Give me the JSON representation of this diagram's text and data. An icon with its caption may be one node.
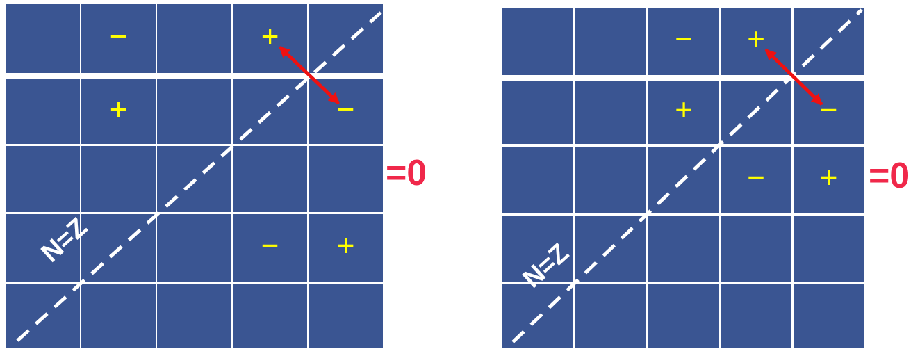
{
  "diagram": {
    "nodes": [
      {
        "text": [],
        "shape": "box"
      },
      {
        "text": [
          "−"
        ]
      },
      {
        "text": [],
        "shape": "box"
      },
      {
        "text": [
          "+"
        ]
      },
      {
        "text": [],
        "shape": "box"
      },
      {
        "text": [],
        "shape": "box"
      },
      {
        "text": [
          "+"
        ]
      },
      {
        "text": [],
        "shape": "box"
      },
      {
        "text": [],
        "shape": "box"
      },
      {
        "text": [
          "−"
        ]
      },
      {
        "text": [],
        "shape": "box"
      },
      {
        "text": [],
        "shape": "box"
      },
      {
        "text": [],
        "shape": "box"
      },
      {
        "text": [],
        "shape": "box"
      },
      {
        "text": [],
        "shape": "box"
      },
      {
        "text": [],
        "shape": "box"
      },
      {
        "text": [],
        "shape": "box"
      },
      {
        "text": [],
        "shape": "box"
      },
      {
        "text": [
          "−"
        ]
      },
      {
        "text": [
          "+"
        ]
      },
      {
        "text": [],
        "shape": "box"
      },
      {
        "text": [],
        "shape": "box"
      },
      {
        "text": [],
        "shape": "box"
      },
      {
        "text": [],
        "shape": "box"
      },
      {
        "text": [],
        "shape": "box"
      },
      {
        "text": [],
        "shape": "box"
      },
      {
        "text": [],
        "shape": "box"
      },
      {
        "text": [
          "−"
        ]
      },
      {
        "text": [
          "+"
        ]
      },
      {
        "text": [],
        "shape": "box"
      },
      {
        "text": [],
        "shape": "box"
      },
      {
        "text": [],
        "shape": "box"
      },
      {
        "text": [
          "+"
        ]
      },
      {
        "text": [],
        "shape": "box"
      },
      {
        "text": [
          "−"
        ]
      },
      {
        "text": [],
        "shape": "box"
      },
      {
        "text": [],
        "shape": "box"
      },
      {
        "text": [],
        "shape": "box"
      },
      {
        "text": [
          "−"
        ]
      },
      {
        "text": [
          "+"
        ]
      },
      {
        "text": [],
        "shape": "box"
      },
      {
        "text": [],
        "shape": "box"
      },
      {
        "text": [],
        "shape": "box"
      },
      {
        "text": [],
        "shape": "box"
      },
      {
        "text": [],
        "shape": "box"
      },
      {
        "text": [],
        "shape": "box"
      },
      {
        "text": [],
        "shape": "box"
      },
      {
        "text": [],
        "shape": "box"
      },
      {
        "text": [],
        "shape": "box"
      },
      {
        "text": [],
        "shape": "box"
      }
    ],
    "edges": [
      {
        "from": 3,
        "to": 9,
        "arrow": "both"
      },
      {
        "from": 28,
        "to": 34,
        "arrow": "both"
      }
    ],
    "labels": [
      "=0",
      "N=Z",
      "=0",
      "N=Z"
    ]
  }
}
